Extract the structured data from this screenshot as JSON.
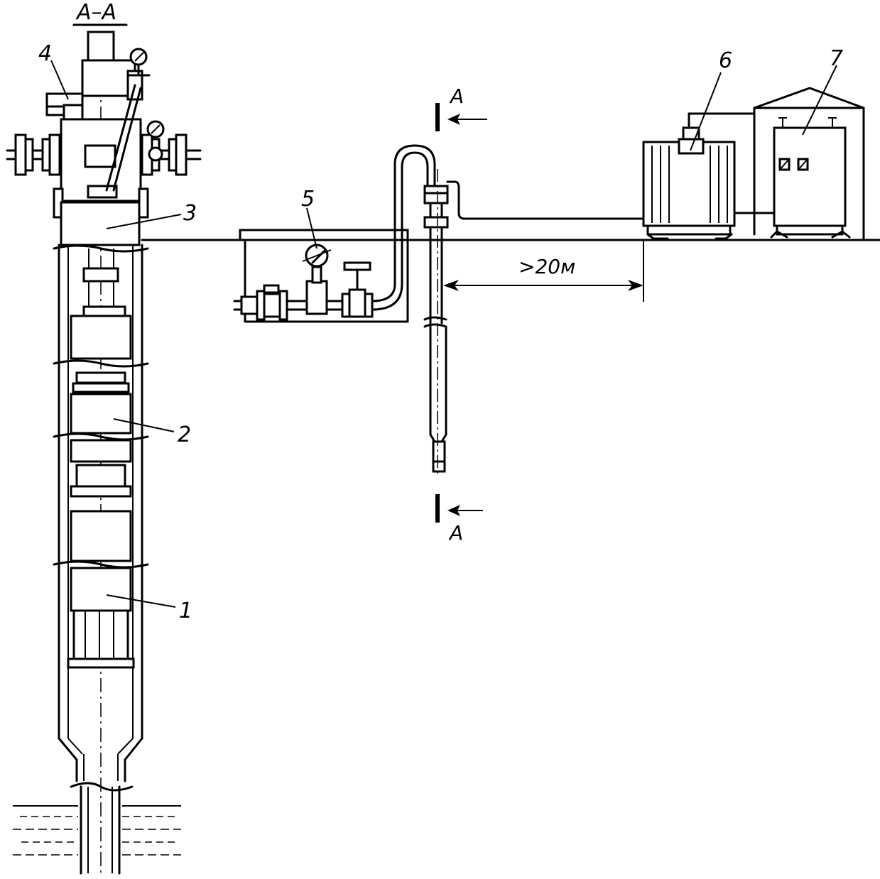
{
  "section_title": "А–А",
  "labels": {
    "well_pump_motor": "1",
    "well_pump": "2",
    "tubing": "3",
    "wellhead": "4",
    "manifold_gauge": "5",
    "transformer": "6",
    "control_station": "7"
  },
  "section_markers": {
    "top": "А",
    "bottom": "А"
  },
  "distance_label": ">20м"
}
